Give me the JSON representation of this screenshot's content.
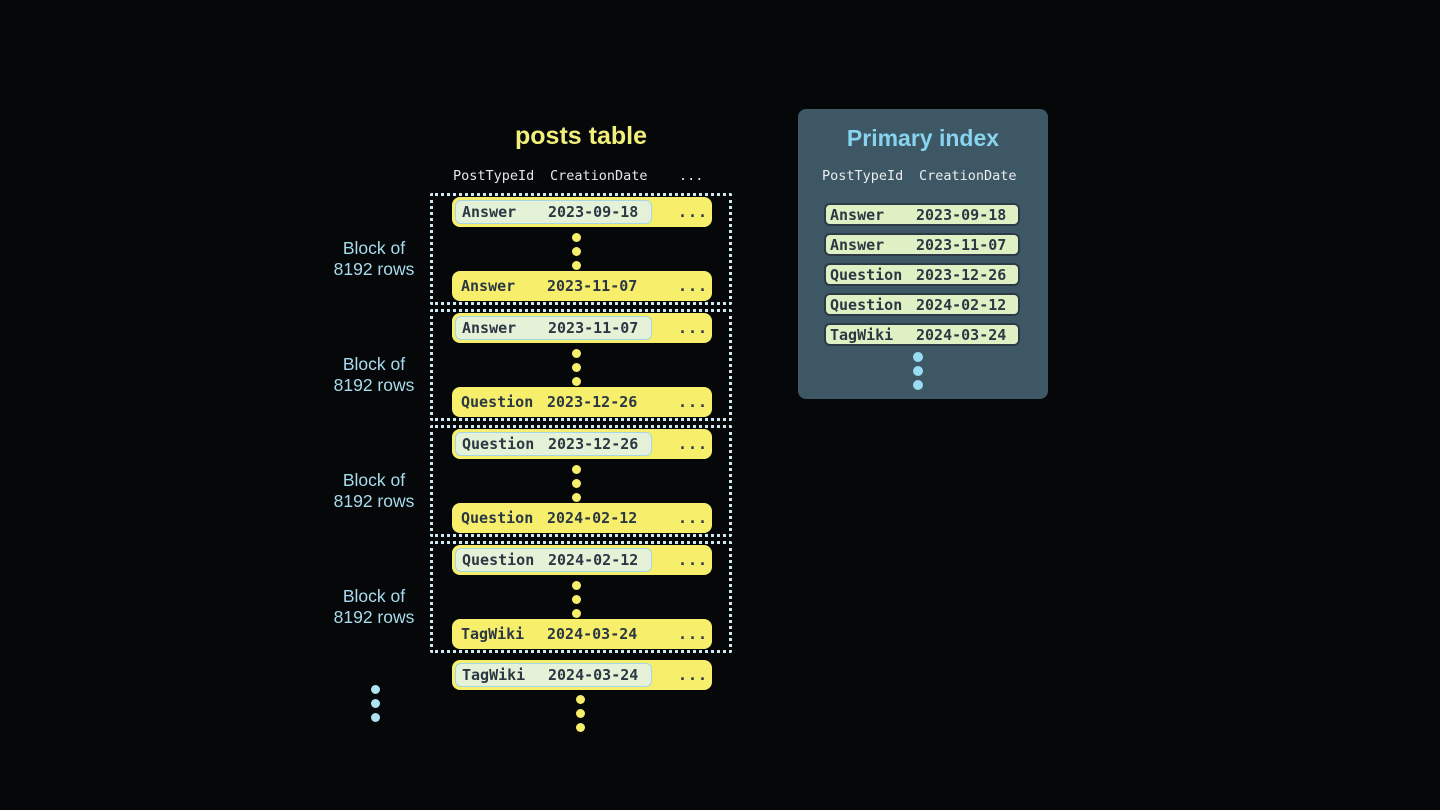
{
  "posts_table": {
    "title": "posts table",
    "columns": {
      "col1": "PostTypeId",
      "col2": "CreationDate",
      "ellipsis": "..."
    },
    "block_label": {
      "line1": "Block of",
      "line2": "8192 rows"
    },
    "row_ellipsis": "...",
    "blocks": [
      {
        "first": {
          "type": "Answer",
          "date": "2023-09-18"
        },
        "last": {
          "type": "Answer",
          "date": "2023-11-07"
        }
      },
      {
        "first": {
          "type": "Answer",
          "date": "2023-11-07"
        },
        "last": {
          "type": "Question",
          "date": "2023-12-26"
        }
      },
      {
        "first": {
          "type": "Question",
          "date": "2023-12-26"
        },
        "last": {
          "type": "Question",
          "date": "2024-02-12"
        }
      },
      {
        "first": {
          "type": "Question",
          "date": "2024-02-12"
        },
        "last": {
          "type": "TagWiki",
          "date": "2024-03-24"
        }
      }
    ],
    "next_block_first_row": {
      "type": "TagWiki",
      "date": "2024-03-24"
    }
  },
  "primary_index": {
    "title": "Primary index",
    "columns": {
      "col1": "PostTypeId",
      "col2": "CreationDate"
    },
    "entries": [
      {
        "type": "Answer",
        "date": "2023-09-18"
      },
      {
        "type": "Answer",
        "date": "2023-11-07"
      },
      {
        "type": "Question",
        "date": "2023-12-26"
      },
      {
        "type": "Question",
        "date": "2024-02-12"
      },
      {
        "type": "TagWiki",
        "date": "2024-03-24"
      }
    ]
  },
  "colors": {
    "background": "#060709",
    "row_yellow": "#f7ef6b",
    "highlight_green": "#e6f2d8",
    "highlight_border_blue": "#a2d6e8",
    "dark_text": "#2b3844",
    "dotted_border": "#cfe9f2",
    "label_blue": "#a7dcee",
    "panel_background": "#3e5765",
    "panel_title_blue": "#88d4ef",
    "index_row_green": "#dff0c5",
    "header_text": "#e3e7ea",
    "dots_blue": "#aee3f2"
  }
}
